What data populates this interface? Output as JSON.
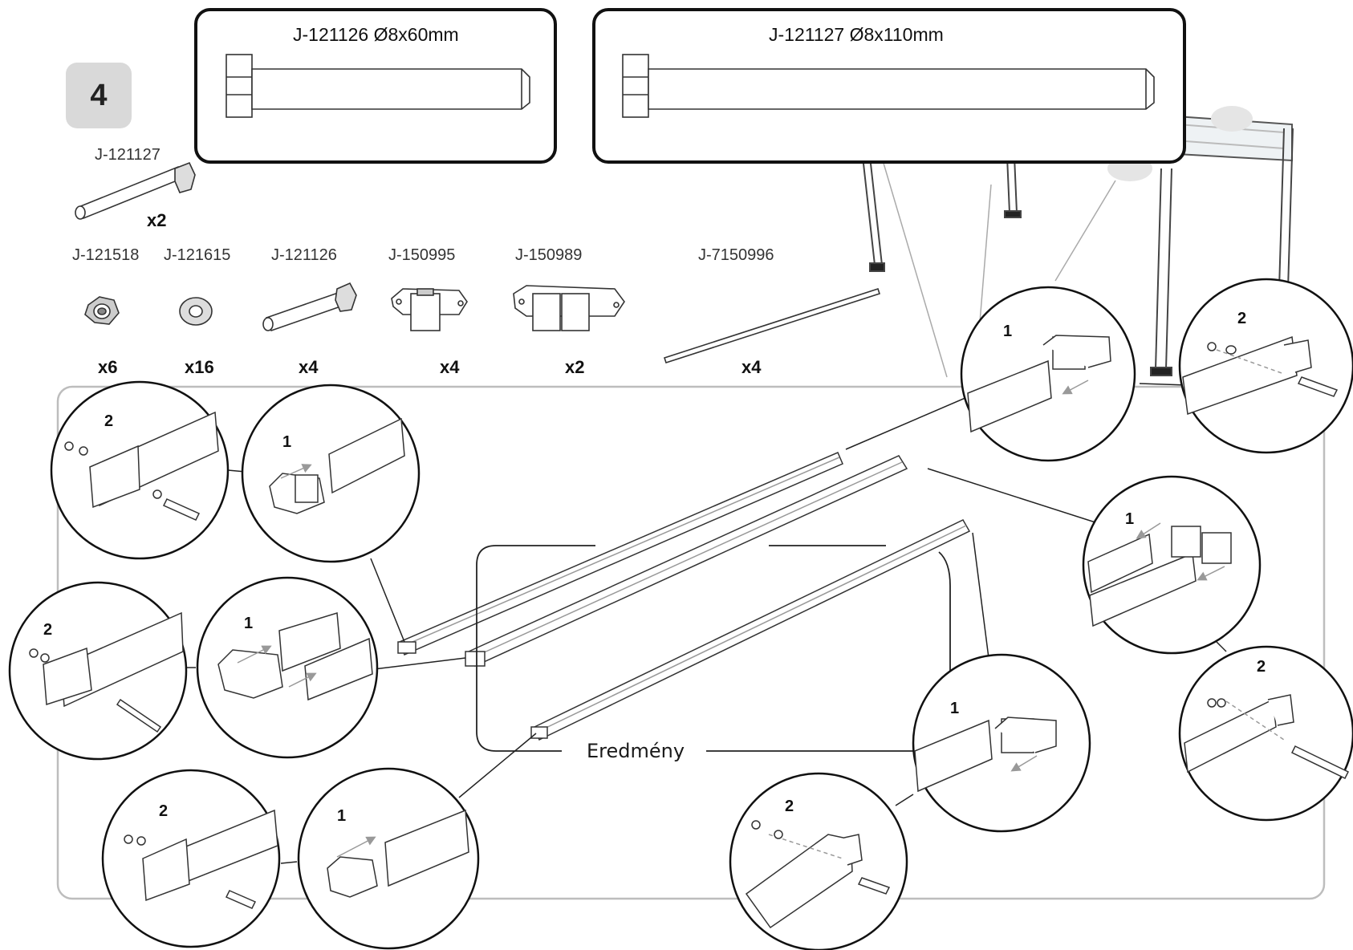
{
  "step": {
    "number": "4"
  },
  "bolt_boxes": [
    {
      "title": "J-121126 Ø8x60mm"
    },
    {
      "title": "J-121127 Ø8x110mm"
    }
  ],
  "top_part": {
    "code": "J-121127",
    "qty": "x2"
  },
  "parts": [
    {
      "code": "J-121518",
      "qty": "x6",
      "icon": "hex-nut-icon"
    },
    {
      "code": "J-121615",
      "qty": "x16",
      "icon": "washer-icon"
    },
    {
      "code": "J-121126",
      "qty": "x4",
      "icon": "bolt-icon"
    },
    {
      "code": "J-150995",
      "qty": "x4",
      "icon": "single-bracket-icon"
    },
    {
      "code": "J-150989",
      "qty": "x2",
      "icon": "double-bracket-icon"
    },
    {
      "code": "J-7150996",
      "qty": "x4",
      "icon": "rod-icon"
    }
  ],
  "steps": {
    "one": "1",
    "two": "2"
  },
  "result_label": "Eredmény"
}
